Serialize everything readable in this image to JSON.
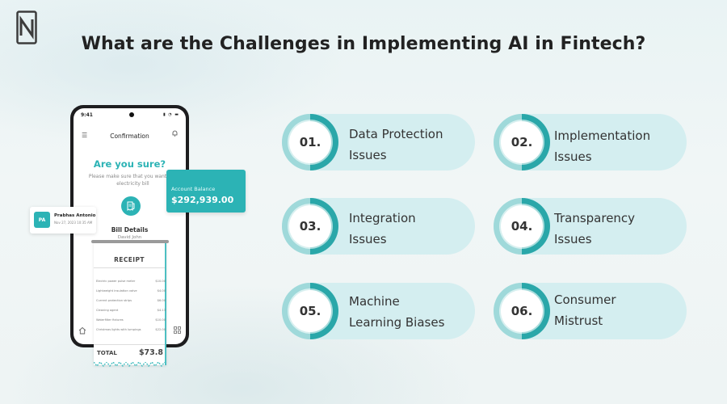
{
  "title": "What are the Challenges in Implementing AI in Fintech?",
  "colors": {
    "accent": "#2cb3b5",
    "pill_bg": "#d4eef0",
    "ring_dark": "#2aa7a9",
    "ring_light": "#9fd9da",
    "title": "#222222"
  },
  "icons": [
    "logo-icon",
    "menu-icon",
    "bell-icon",
    "receipt-icon",
    "home-icon",
    "grid-icon"
  ],
  "phone": {
    "status_time": "9:41",
    "screen_title": "Confirmation",
    "question": "Are you sure?",
    "description": "Please make sure that you want pay electricity bill",
    "bill_label": "Bill Details",
    "bill_name": "David John"
  },
  "balance": {
    "label": "Account Balance",
    "value": "$292,939.00"
  },
  "user": {
    "initials": "PA",
    "name": "Prabhas Antonio",
    "date": "Nov 27, 2023 10:35 AM"
  },
  "receipt": {
    "title": "RECEIPT",
    "lines": [
      {
        "item": "Electric power pulse meter",
        "amount": "$10.00"
      },
      {
        "item": "Lightweight insulation valve",
        "amount": "$4.00"
      },
      {
        "item": "Current protection strips",
        "amount": "$6.00"
      },
      {
        "item": "Cleaning agent",
        "amount": "$4.13"
      },
      {
        "item": "Waterfilter fixtures",
        "amount": "$10.00"
      },
      {
        "item": "Christmas lights with lumpings",
        "amount": "$22.00"
      }
    ],
    "total_label": "TOTAL",
    "total_value": "$73.8"
  },
  "challenges": [
    {
      "num": "01.",
      "line1": "Data Protection",
      "line2": "Issues"
    },
    {
      "num": "02.",
      "line1": "Implementation",
      "line2": "Issues"
    },
    {
      "num": "03.",
      "line1": "Integration",
      "line2": "Issues"
    },
    {
      "num": "04.",
      "line1": "Transparency",
      "line2": "Issues"
    },
    {
      "num": "05.",
      "line1": "Machine",
      "line2": "Learning Biases"
    },
    {
      "num": "06.",
      "line1": "Consumer",
      "line2": "Mistrust"
    }
  ]
}
